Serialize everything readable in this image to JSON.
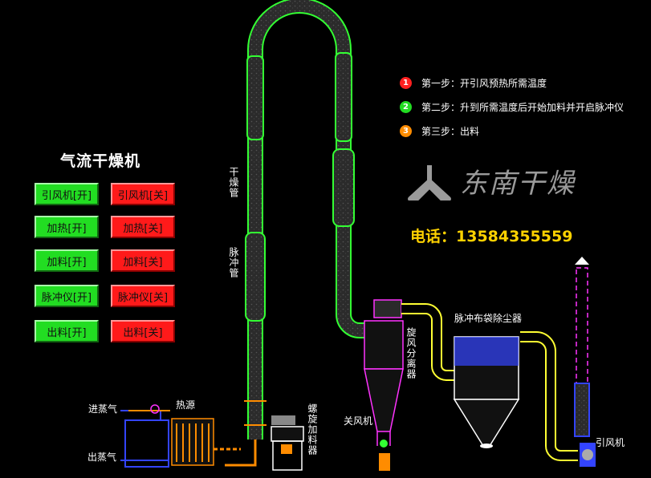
{
  "panel": {
    "title": "气流干燥机",
    "buttons": [
      {
        "on": "引风机[开]",
        "off": "引风机[关]"
      },
      {
        "on": "加热[开]",
        "off": "加热[关]"
      },
      {
        "on": "加料[开]",
        "off": "加料[关]"
      },
      {
        "on": "脉冲仪[开]",
        "off": "脉冲仪[关]"
      },
      {
        "on": "出料[开]",
        "off": "出料[关]"
      }
    ]
  },
  "steps": [
    {
      "num": "1",
      "text": "第一步：开引风预热所需温度",
      "color": "#ff2020"
    },
    {
      "num": "2",
      "text": "第二步：升到所需温度后开始加料并开启脉冲仪",
      "color": "#22dd22"
    },
    {
      "num": "3",
      "text": "第三步：出料",
      "color": "#ff8c00"
    }
  ],
  "brand": "东南干燥",
  "phone": "电话：13584355559",
  "labels": {
    "dry_pipe": "干燥管",
    "pulse_pipe": "脉冲管",
    "cyclone": "旋风分离器",
    "bag_filter": "脉冲布袋除尘器",
    "rotary_valve": "关风机",
    "screw_feeder": "螺旋加料器",
    "heat_source": "热源",
    "steam_in": "进蒸气",
    "steam_out": "出蒸气",
    "fan": "引风机"
  },
  "colors": {
    "pipe": "#33ff33",
    "pipe_fill": "#2a2a2a",
    "duct": "#ffff33",
    "equipment": "#ff33ff",
    "accent_orange": "#ff8c00",
    "steam_blue": "#3344ff",
    "brand_gray": "#9a9a9a"
  }
}
